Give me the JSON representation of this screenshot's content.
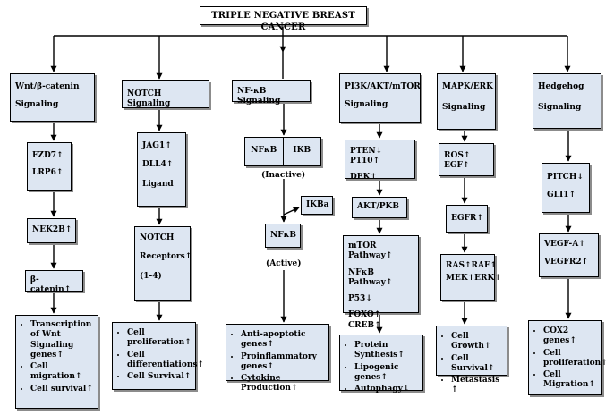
{
  "title": "TRIPLE NEGATIVE BREAST CANCER",
  "columns": {
    "wnt": {
      "header": [
        "Wnt/β-catenin",
        "Signaling"
      ],
      "node1": [
        "FZD7↑",
        "LRP6↑"
      ],
      "node2": "NEK2B↑",
      "node3": "β-catenin↑",
      "outcomes": [
        "Transcription of Wnt Signaling genes↑",
        "Cell migration↑",
        "Cell survival↑"
      ]
    },
    "notch": {
      "header": "NOTCH Signaling",
      "node1": [
        "JAG1↑",
        "DLL4↑",
        "Ligand"
      ],
      "node2": [
        "NOTCH",
        "Receptors↑",
        "(1-4)"
      ],
      "outcomes": [
        "Cell proliferation↑",
        "Cell differentiations↑",
        "Cell Survival↑"
      ]
    },
    "nfkb": {
      "header": "NF-κB Signaling",
      "complex_left": "NFκB",
      "complex_right": "IKB",
      "inactive": "(Inactive)",
      "ikba": "IKBa",
      "nfkb_free": "NFκB",
      "active": "(Active)",
      "outcomes": [
        "Anti-apoptotic genes↑",
        "Proinflammatory genes↑",
        "Cytokine Production↑"
      ]
    },
    "pi3k": {
      "header": [
        "PI3K/AKT/mTOR",
        "Signaling"
      ],
      "node1": [
        "PTEN↓ P110↑",
        "DEK↑"
      ],
      "node2": "AKT/PKB",
      "node3": [
        "mTOR Pathway↑",
        "NFκB Pathway↑",
        "P53↓",
        "FOXO↑ CREB↑"
      ],
      "outcomes": [
        "Protein Synthesis↑",
        "Lipogenic genes↑",
        "Autophagy↓"
      ]
    },
    "mapk": {
      "header": [
        "MAPK/ERK",
        "Signaling"
      ],
      "node1": "ROS↑ EGF↑",
      "node2": "EGFR↑",
      "node3": [
        "RAS↑RAF↑",
        "MEK↑ERK↑"
      ],
      "outcomes": [
        "Cell Growth↑",
        "Cell Survival↑",
        "Metastasis ↑"
      ]
    },
    "hedgehog": {
      "header": [
        "Hedgehog",
        "Signaling"
      ],
      "node1": [
        "PITCH↓",
        "GLI1↑"
      ],
      "node2": [
        "VEGF-A↑",
        "VEGFR2↑"
      ],
      "outcomes": [
        "COX2 genes↑",
        "Cell proliferation↑",
        "Cell Migration↑"
      ]
    }
  }
}
